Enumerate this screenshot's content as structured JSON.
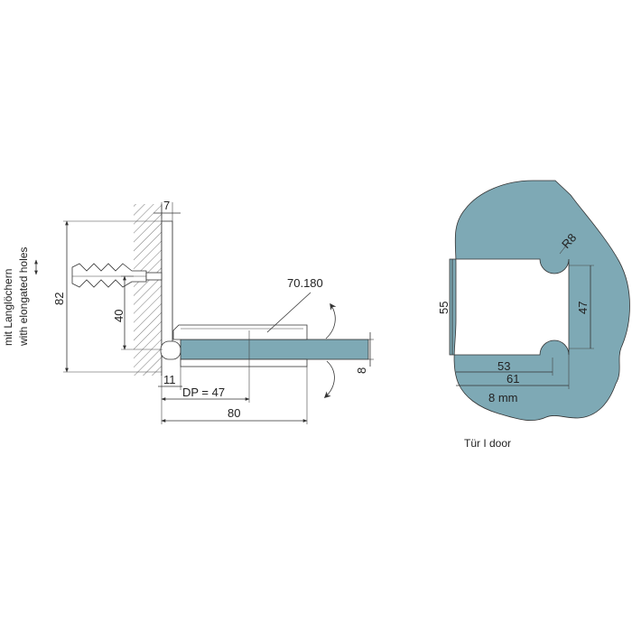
{
  "colors": {
    "glass": "#7ea9b5",
    "line": "#333333",
    "background": "#ffffff"
  },
  "side_label": {
    "line1": "mit Langlöchern",
    "line2": "with elongated holes"
  },
  "dimensions": {
    "wall_offset": "7",
    "height_total": "82",
    "height_inner": "40",
    "article": "70.180",
    "glass_thickness": "8",
    "gap": "11",
    "dp": "DP = 47",
    "length": "80"
  },
  "cutout": {
    "radius": "R8",
    "height_outer": "55",
    "height_inner": "47",
    "width_inner": "53",
    "width_outer": "61",
    "glass_thickness": "8 mm",
    "caption": "Tür I door"
  }
}
